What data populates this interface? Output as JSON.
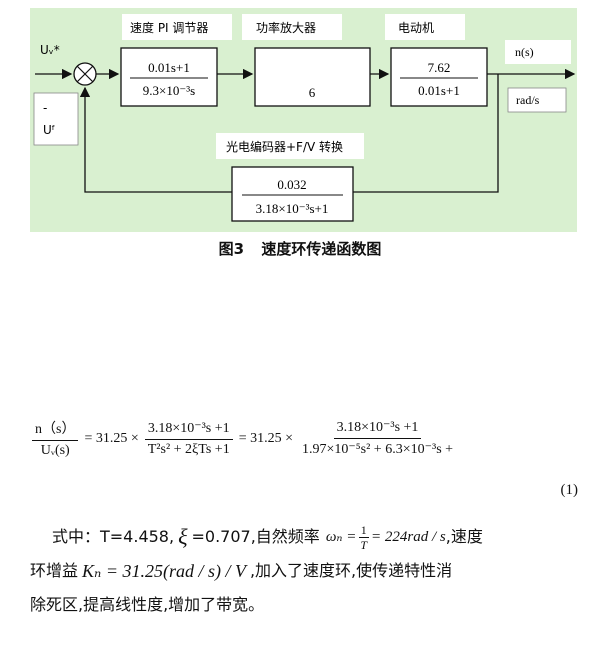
{
  "diagram": {
    "background": "#d9f0d0",
    "input_label": "Uᵥ*",
    "feedback_sign": "-",
    "feedback_label": "Uᶠ",
    "pi_title": "速度 PI 调节器",
    "pi_num": "0.01s+1",
    "pi_den": "9.3×10⁻³s",
    "amp_title": "功率放大器",
    "amp_value": "6",
    "motor_title": "电动机",
    "motor_num": "7.62",
    "motor_den": "0.01s+1",
    "output_label": "n(s)",
    "unit_label": "rad/s",
    "encoder_title": "光电编码器+F/V 转换",
    "encoder_num": "0.032",
    "encoder_den": "3.18×10⁻³s+1"
  },
  "caption": {
    "fig": "图3",
    "title": "速度环传递函数图"
  },
  "equation": {
    "lhs_num": "n（s）",
    "lhs_den": "Uᵥ(s)",
    "eq1": "= 31.25 ×",
    "f1_num": "3.18×10⁻³s +1",
    "f1_den": "T²s² + 2ξTs +1",
    "eq2": "= 31.25 ×",
    "f2_num": "3.18×10⁻³s +1",
    "f2_den": "1.97×10⁻⁵s² + 6.3×10⁻³s +",
    "number": "(1)"
  },
  "paragraph": {
    "l1a": "式中：T=4.458,",
    "xi": "ξ",
    "l1b": "=0.707,自然频率",
    "omega": "ωₙ =",
    "omega_num": "1",
    "omega_den": "T",
    "omega_val": "= 224rad / s",
    "l1c": ",速度",
    "l2a": "环增益",
    "kn": "Kₙ = 31.25(rad / s) / V",
    "l2b": ",加入了速度环,使传递特性消",
    "l3": "除死区,提高线性度,增加了带宽。"
  }
}
